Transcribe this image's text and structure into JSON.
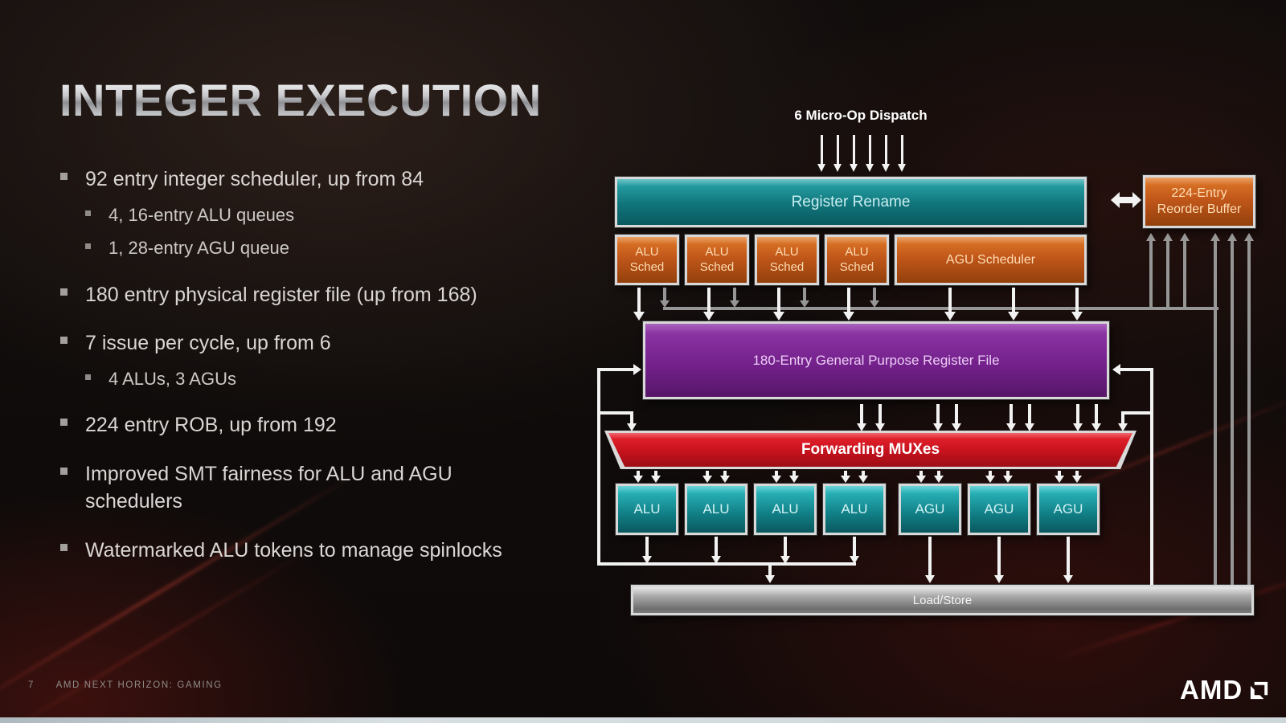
{
  "slide": {
    "title": "INTEGER EXECUTION",
    "bullets": [
      {
        "level": 1,
        "text": "92 entry integer scheduler, up from 84"
      },
      {
        "level": 2,
        "text": "4, 16-entry ALU queues"
      },
      {
        "level": 2,
        "text": "1, 28-entry AGU queue"
      },
      {
        "level": 1,
        "text": "180 entry physical register file (up from 168)"
      },
      {
        "level": 1,
        "text": "7 issue per cycle, up from 6"
      },
      {
        "level": 2,
        "text": "4 ALUs, 3 AGUs"
      },
      {
        "level": 1,
        "text": "224 entry ROB, up from 192"
      },
      {
        "level": 1,
        "text": "Improved SMT fairness for ALU and AGU schedulers"
      },
      {
        "level": 1,
        "text": "Watermarked ALU tokens to manage spinlocks"
      }
    ],
    "footer": {
      "page": "7",
      "label": "AMD NEXT HORIZON: GAMING"
    },
    "logo_text": "AMD"
  },
  "diagram": {
    "dispatch_label": "6 Micro-Op Dispatch",
    "register_rename": "Register Rename",
    "reorder_buffer": "224-Entry Reorder Buffer",
    "alu_scheds": [
      "ALU Sched",
      "ALU Sched",
      "ALU Sched",
      "ALU Sched"
    ],
    "agu_scheduler": "AGU Scheduler",
    "register_file": "180-Entry General Purpose Register File",
    "forwarding_muxes": "Forwarding MUXes",
    "exec_units": [
      "ALU",
      "ALU",
      "ALU",
      "ALU",
      "AGU",
      "AGU",
      "AGU"
    ],
    "load_store": "Load/Store",
    "colors": {
      "teal": "#10747a",
      "orange": "#c1571a",
      "purple": "#74218c",
      "red": "#c5121d",
      "gray_box": "#a9a9a9",
      "white_arrow": "#f2f2f2",
      "gray_arrow": "#969696"
    }
  }
}
